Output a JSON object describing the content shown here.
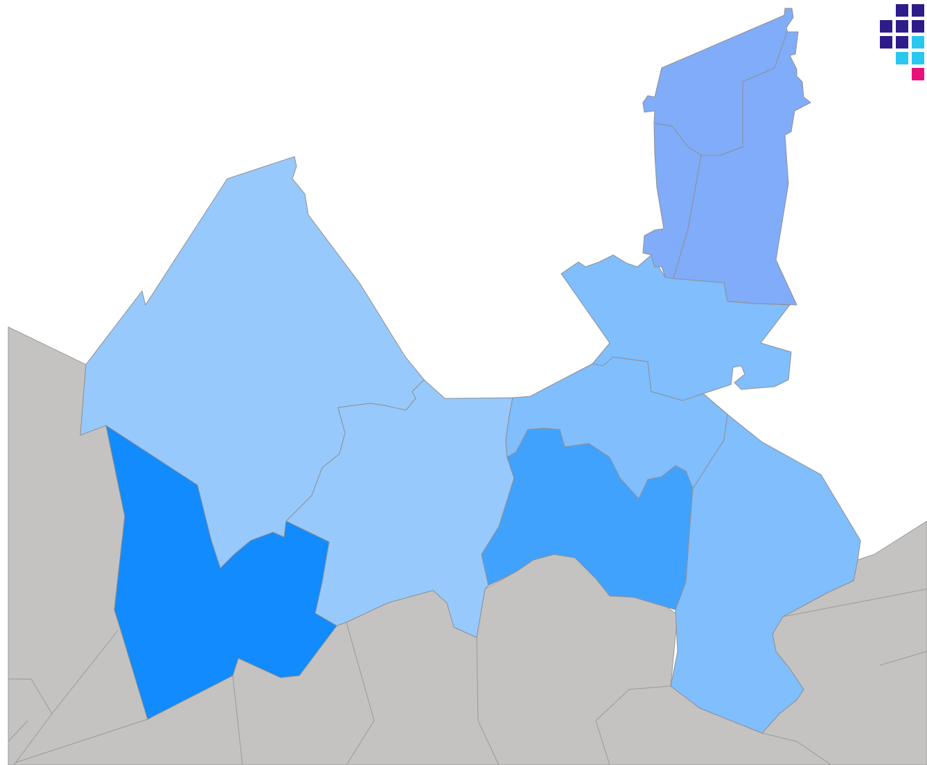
{
  "map": {
    "colors": {
      "background": "#ffffff",
      "neighbor": "#c4c3c2",
      "border": "#8f8f8f",
      "shade_lightest": "#97c9fc",
      "shade_light": "#80befe",
      "shade_mid": "#41a2fd",
      "shade_dark": "#118bfd",
      "shade_periwinkle": "#80acfa"
    },
    "regions": [
      {
        "id": "northwest",
        "shade": "shade_lightest"
      },
      {
        "id": "central",
        "shade": "shade_lightest"
      },
      {
        "id": "southwest",
        "shade": "shade_dark"
      },
      {
        "id": "east-central",
        "shade": "shade_light"
      },
      {
        "id": "northeast-lower",
        "shade": "shade_light"
      },
      {
        "id": "south-central",
        "shade": "shade_mid"
      },
      {
        "id": "southeast",
        "shade": "shade_light"
      },
      {
        "id": "far-north-west",
        "shade": "shade_periwinkle"
      },
      {
        "id": "far-north-east",
        "shade": "shade_periwinkle"
      }
    ]
  },
  "logo": {
    "name": "dot-grid-logo",
    "colors": {
      "dark": "#2e1c8a",
      "cyan": "#28c8f0",
      "magenta": "#e8107a"
    }
  }
}
